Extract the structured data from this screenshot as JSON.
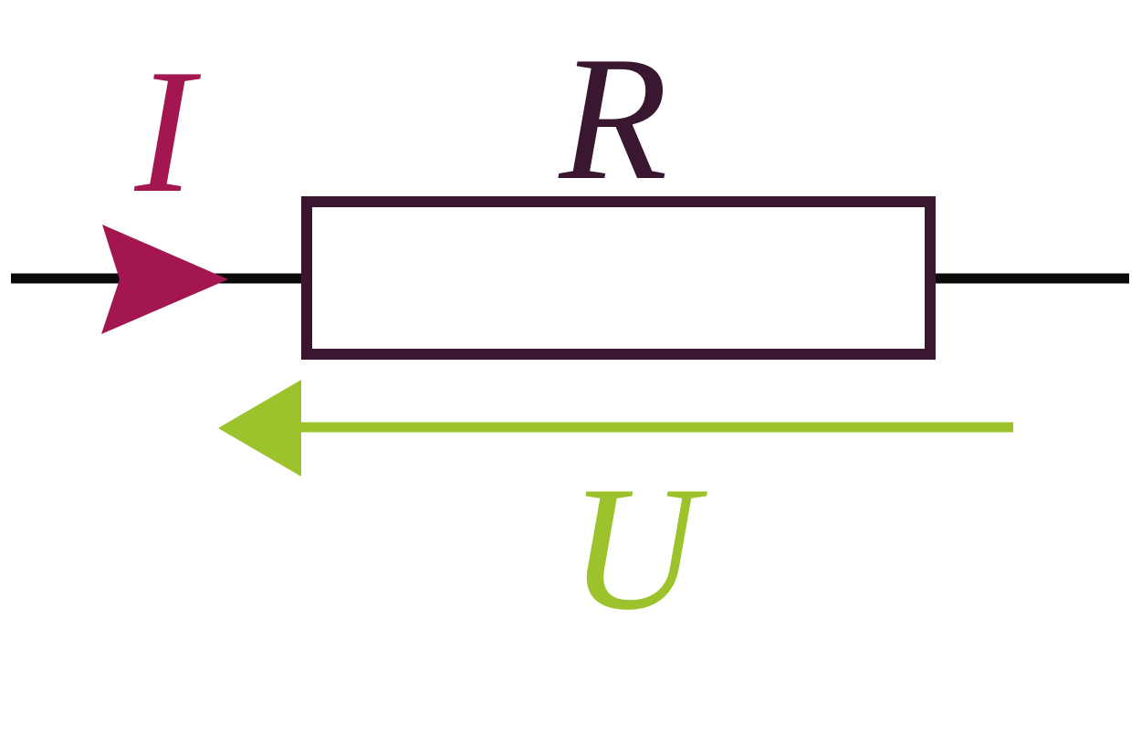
{
  "diagram": {
    "kind": "circuit-schematic",
    "description": "Resistor R with current arrow I (rightward) and voltage arrow U (leftward)",
    "resistor": {
      "label": "R",
      "color": "#3A1730"
    },
    "arrows": {
      "current": {
        "label": "I",
        "direction": "right",
        "color": "#A3164F"
      },
      "voltage": {
        "label": "U",
        "direction": "left",
        "color": "#9CC32C"
      }
    },
    "wire": {
      "color": "#0A0A0A"
    },
    "background": "#FFFFFF"
  }
}
